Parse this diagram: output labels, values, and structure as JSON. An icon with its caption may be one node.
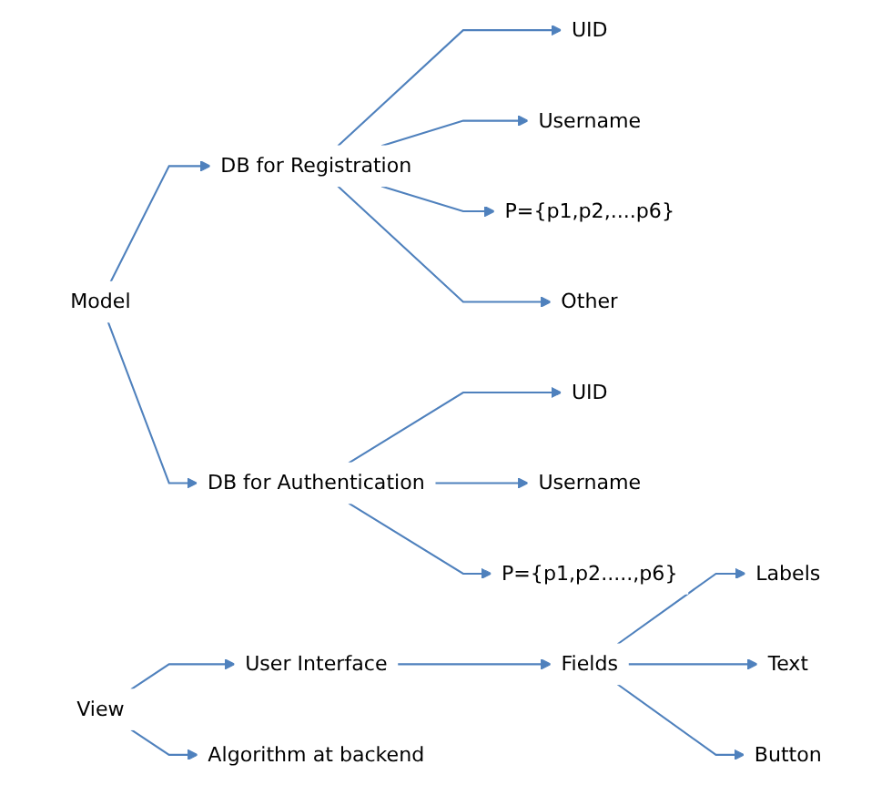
{
  "diagram": {
    "nodes": [
      {
        "text": [
          "Model"
        ]
      },
      {
        "text": [
          "DB for Registration"
        ]
      },
      {
        "text": [
          "UID"
        ]
      },
      {
        "text": [
          "Username"
        ]
      },
      {
        "text": [
          "P={p1,p2,....p6}"
        ]
      },
      {
        "text": [
          "Other"
        ]
      },
      {
        "text": [
          "DB for Authentication"
        ]
      },
      {
        "text": [
          "UID"
        ]
      },
      {
        "text": [
          "Username"
        ]
      },
      {
        "text": [
          "P={p1,p2.....,p6}"
        ]
      },
      {
        "text": [
          "View"
        ]
      },
      {
        "text": [
          "User Interface"
        ]
      },
      {
        "text": [
          "Fields"
        ]
      },
      {
        "text": [
          "Labels"
        ]
      },
      {
        "text": [
          "Text"
        ]
      },
      {
        "text": [
          "Button"
        ]
      },
      {
        "text": [
          "Algorithm at backend"
        ]
      }
    ],
    "edges": [
      {
        "from": 0,
        "to": 1,
        "arrow": "to"
      },
      {
        "from": 1,
        "to": 2,
        "arrow": "to"
      },
      {
        "from": 1,
        "to": 3,
        "arrow": "to"
      },
      {
        "from": 1,
        "to": 4,
        "arrow": "to"
      },
      {
        "from": 1,
        "to": 5,
        "arrow": "to"
      },
      {
        "from": 0,
        "to": 6,
        "arrow": "to"
      },
      {
        "from": 6,
        "to": 7,
        "arrow": "to"
      },
      {
        "from": 6,
        "to": 8,
        "arrow": "to"
      },
      {
        "from": 6,
        "to": 9,
        "arrow": "to"
      },
      {
        "from": 10,
        "to": 11,
        "arrow": "to"
      },
      {
        "from": 11,
        "to": 12,
        "arrow": "to"
      },
      {
        "from": 12,
        "to": 13,
        "arrow": "to"
      },
      {
        "from": 12,
        "to": 14,
        "arrow": "to"
      },
      {
        "from": 12,
        "to": 15,
        "arrow": "to"
      },
      {
        "from": 10,
        "to": 16,
        "arrow": "to"
      }
    ]
  }
}
